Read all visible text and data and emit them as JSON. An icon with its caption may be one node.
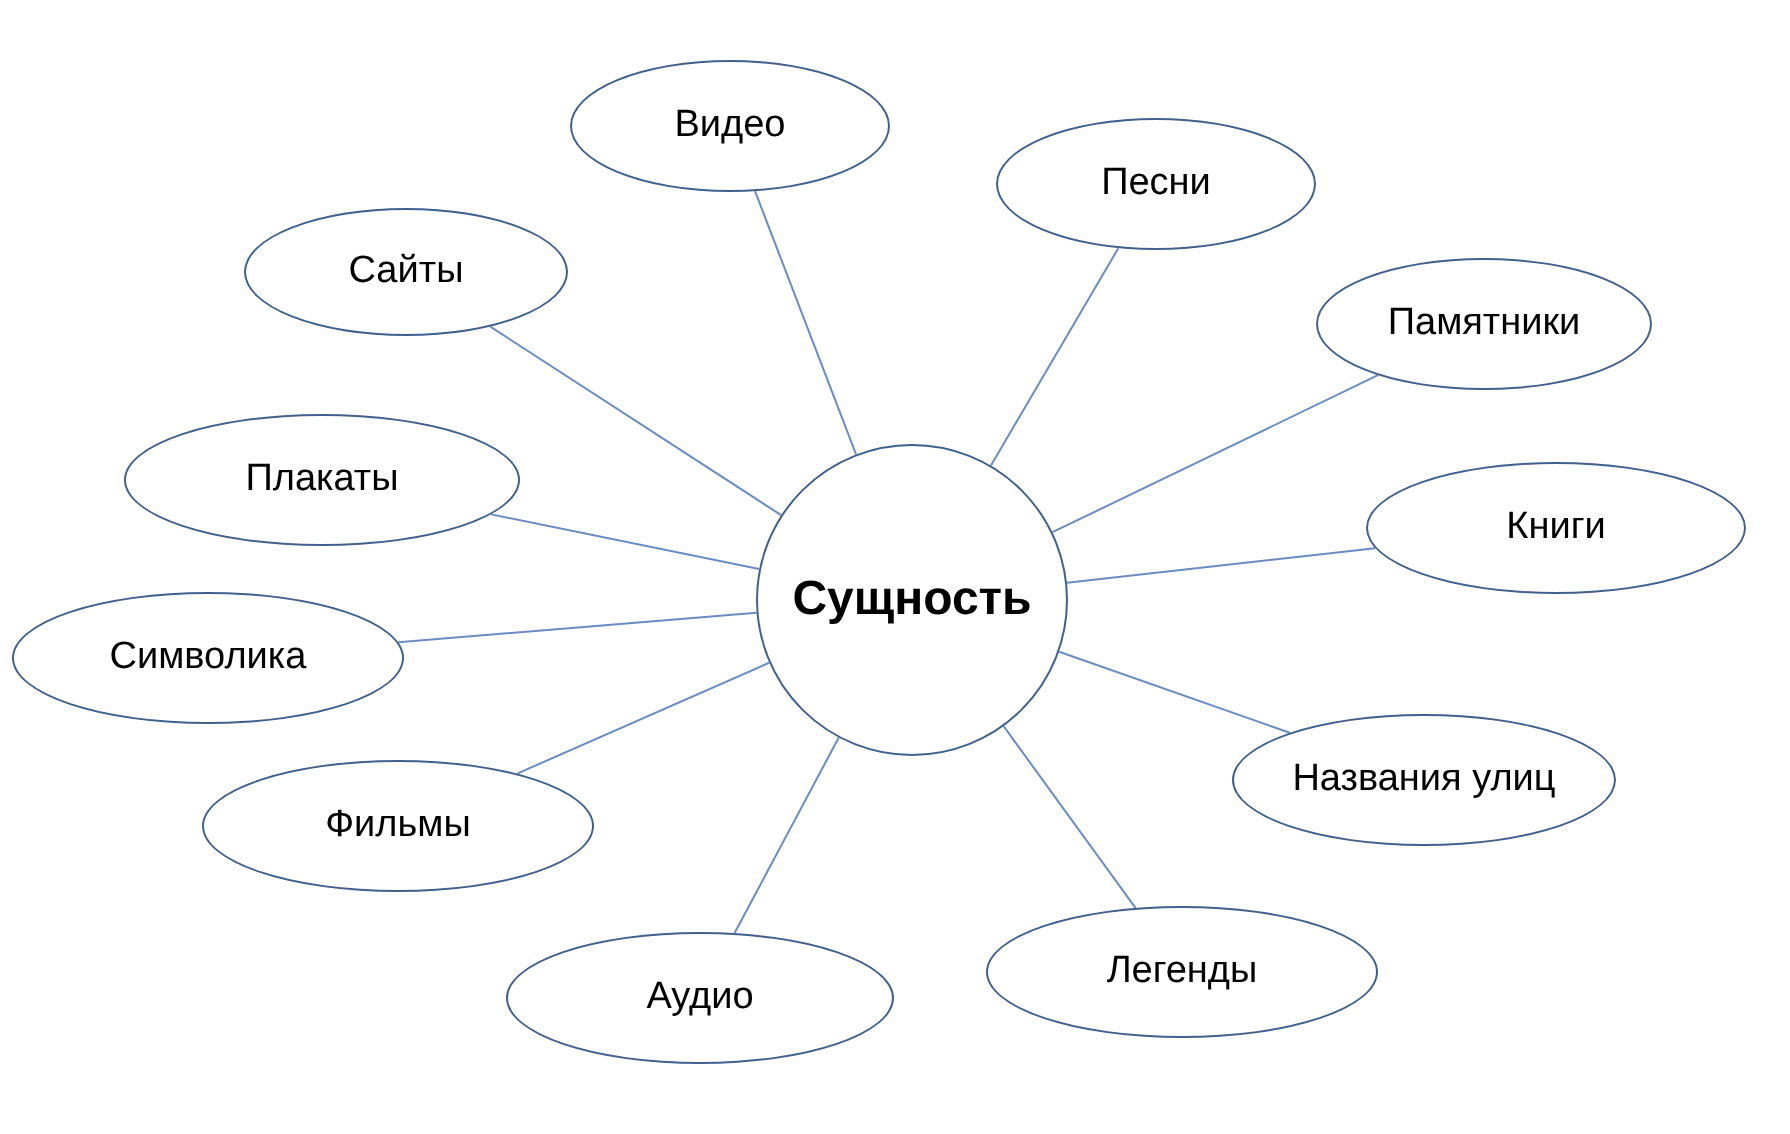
{
  "diagram": {
    "nodes": [
      {
        "text": [
          "Сущность"
        ]
      },
      {
        "text": [
          "Видео"
        ]
      },
      {
        "text": [
          "Песни"
        ]
      },
      {
        "text": [
          "Сайты"
        ]
      },
      {
        "text": [
          "Памятники"
        ]
      },
      {
        "text": [
          "Плакаты"
        ]
      },
      {
        "text": [
          "Книги"
        ]
      },
      {
        "text": [
          "Символика"
        ]
      },
      {
        "text": [
          "Названия улиц"
        ]
      },
      {
        "text": [
          "Фильмы"
        ]
      },
      {
        "text": [
          "Легенды"
        ]
      },
      {
        "text": [
          "Аудио"
        ]
      }
    ],
    "edges": [
      {
        "from": 0,
        "to": 1,
        "arrow": "none"
      },
      {
        "from": 0,
        "to": 2,
        "arrow": "none"
      },
      {
        "from": 0,
        "to": 3,
        "arrow": "none"
      },
      {
        "from": 0,
        "to": 4,
        "arrow": "none"
      },
      {
        "from": 0,
        "to": 5,
        "arrow": "none"
      },
      {
        "from": 0,
        "to": 6,
        "arrow": "none"
      },
      {
        "from": 0,
        "to": 7,
        "arrow": "none"
      },
      {
        "from": 0,
        "to": 8,
        "arrow": "none"
      },
      {
        "from": 0,
        "to": 9,
        "arrow": "none"
      },
      {
        "from": 0,
        "to": 10,
        "arrow": "none"
      },
      {
        "from": 0,
        "to": 11,
        "arrow": "none"
      }
    ]
  }
}
